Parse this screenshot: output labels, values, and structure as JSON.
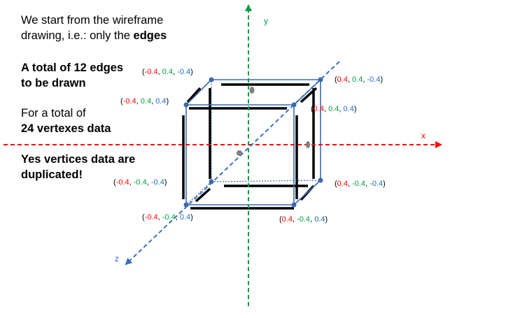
{
  "text": {
    "intro_line1": "We start from the wireframe",
    "intro_line2_prefix": "drawing, i.e.: only the",
    "intro_line2_bold": "edges",
    "edges_line1": "A total of 12 edges",
    "edges_line2": "to be drawn",
    "vertex_line1": "For a total of",
    "vertex_line2": "24 vertexes data",
    "dup_line1": "Yes vertices data are",
    "dup_line2": "duplicated!"
  },
  "axes": {
    "x": "x",
    "y": "y",
    "z": "z"
  },
  "colors": {
    "x_axis": "#ff0000",
    "y_axis": "#00a040",
    "z_axis": "#3a6fbf",
    "coord_x": "#ff0000",
    "coord_y": "#00a040",
    "coord_z": "#1f6fbf",
    "cube_edge": "#000000",
    "vertex": "#3a6ab0"
  },
  "vertices": [
    {
      "x": "-0.4",
      "y": "0.4",
      "z": "-0.4"
    },
    {
      "x": "0.4",
      "y": "0.4",
      "z": "-0.4"
    },
    {
      "x": "-0.4",
      "y": "0.4",
      "z": "0.4"
    },
    {
      "x": "0.4",
      "y": "0.4",
      "z": "0.4"
    },
    {
      "x": "-0.4",
      "y": "-0.4",
      "z": "-0.4"
    },
    {
      "x": "0.4",
      "y": "-0.4",
      "z": "-0.4"
    },
    {
      "x": "-0.4",
      "y": "-0.4",
      "z": "0.4"
    },
    {
      "x": "0.4",
      "y": "-0.4",
      "z": "0.4"
    }
  ]
}
